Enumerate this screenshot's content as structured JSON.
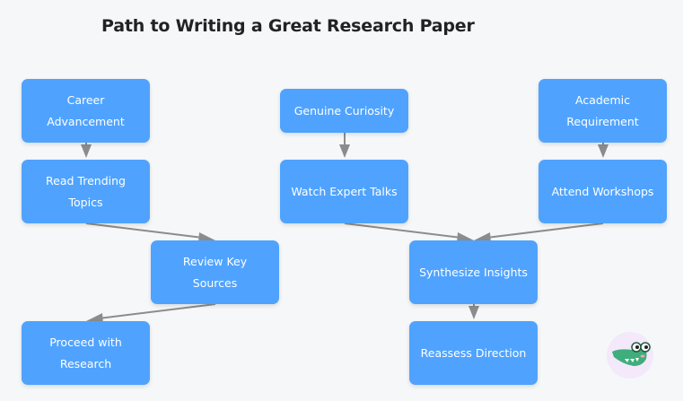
{
  "title": "Path to Writing a Great Research Paper",
  "nodes": {
    "career": "Career Advancement",
    "curiosity": "Genuine Curiosity",
    "academic": "Academic Requirement",
    "read": "Read Trending Topics",
    "watch": "Watch Expert Talks",
    "attend": "Attend Workshops",
    "review": "Review Key Sources",
    "synth": "Synthesize Insights",
    "proceed": "Proceed with Research",
    "reassess": "Reassess Direction"
  },
  "colors": {
    "node": "#4fa3ff",
    "edge": "#8c8c8c",
    "background": "#f6f7f9"
  },
  "mascot_icon": "crocodile-with-glasses"
}
